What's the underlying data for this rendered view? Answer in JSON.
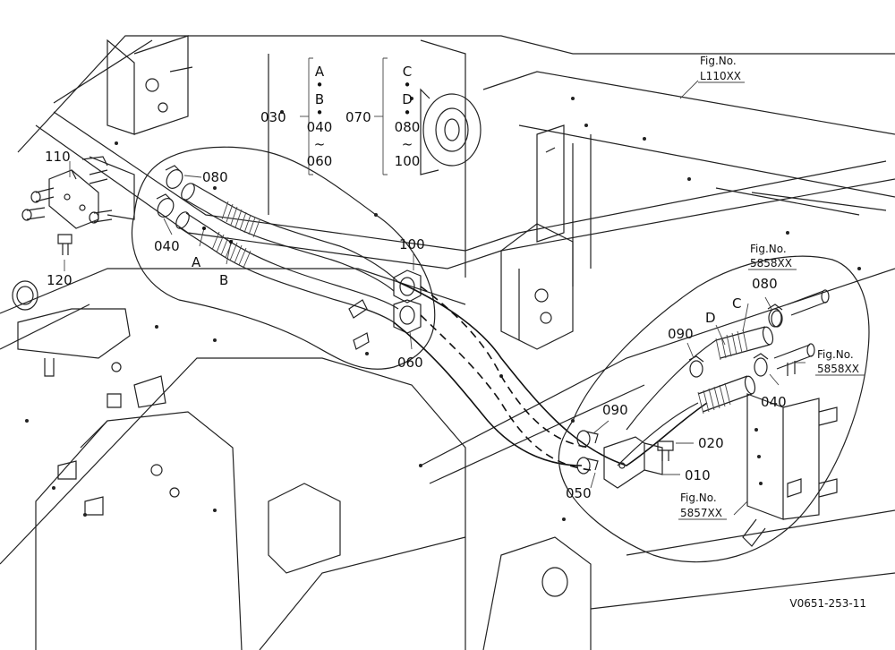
{
  "callouts": {
    "p110": "110",
    "p120": "120",
    "p080_left": "080",
    "p040_left": "040",
    "hose_a": "A",
    "hose_b": "B",
    "p100": "100",
    "p060": "060",
    "p030": "030",
    "p070": "070",
    "p080_right": "080",
    "p090_upper": "090",
    "p090_lower": "090",
    "p040_right": "040",
    "p020": "020",
    "p010": "010",
    "p050": "050",
    "hose_c": "C",
    "hose_d": "D"
  },
  "range_030": [
    "A",
    "•",
    "B",
    "•",
    "040",
    "~",
    "060"
  ],
  "range_070": [
    "C",
    "•",
    "D",
    "•",
    "080",
    "~",
    "100"
  ],
  "fig_refs": {
    "l110": {
      "line1": "Fig.No.",
      "line2": "L110XX"
    },
    "r5858_top": {
      "line1": "Fig.No.",
      "line2": "5858XX"
    },
    "r5858_mid": {
      "line1": "Fig.No.",
      "line2": "5858XX"
    },
    "r5857": {
      "line1": "Fig.No.",
      "line2": "5857XX"
    }
  },
  "drawing_code": "V0651-253-11"
}
